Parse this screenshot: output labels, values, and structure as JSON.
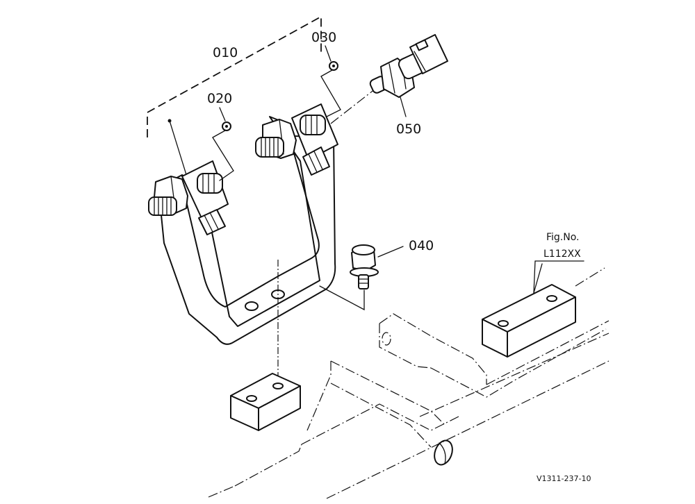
{
  "labels": {
    "part_010": "010",
    "part_020": "020",
    "part_030": "030",
    "part_040": "040",
    "part_050": "050"
  },
  "figure_ref": {
    "line1": "Fig.No.",
    "line2": "L112XX"
  },
  "drawing_code": "V1311-237-10"
}
